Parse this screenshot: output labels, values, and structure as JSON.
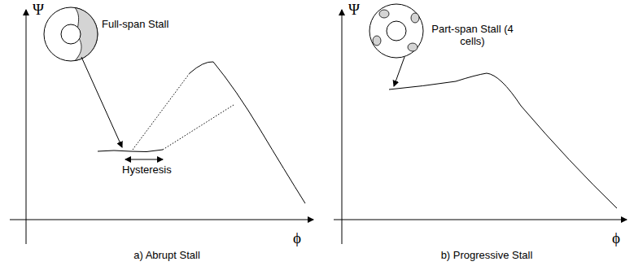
{
  "diagram": {
    "labels": [
      "Ψ",
      "Full-span Stall",
      "Hysteresis",
      "ϕ",
      "a) Abrupt Stall",
      "Ψ",
      "Part-span Stall (4 cells)",
      "ϕ",
      "b) Progressive Stall"
    ]
  }
}
